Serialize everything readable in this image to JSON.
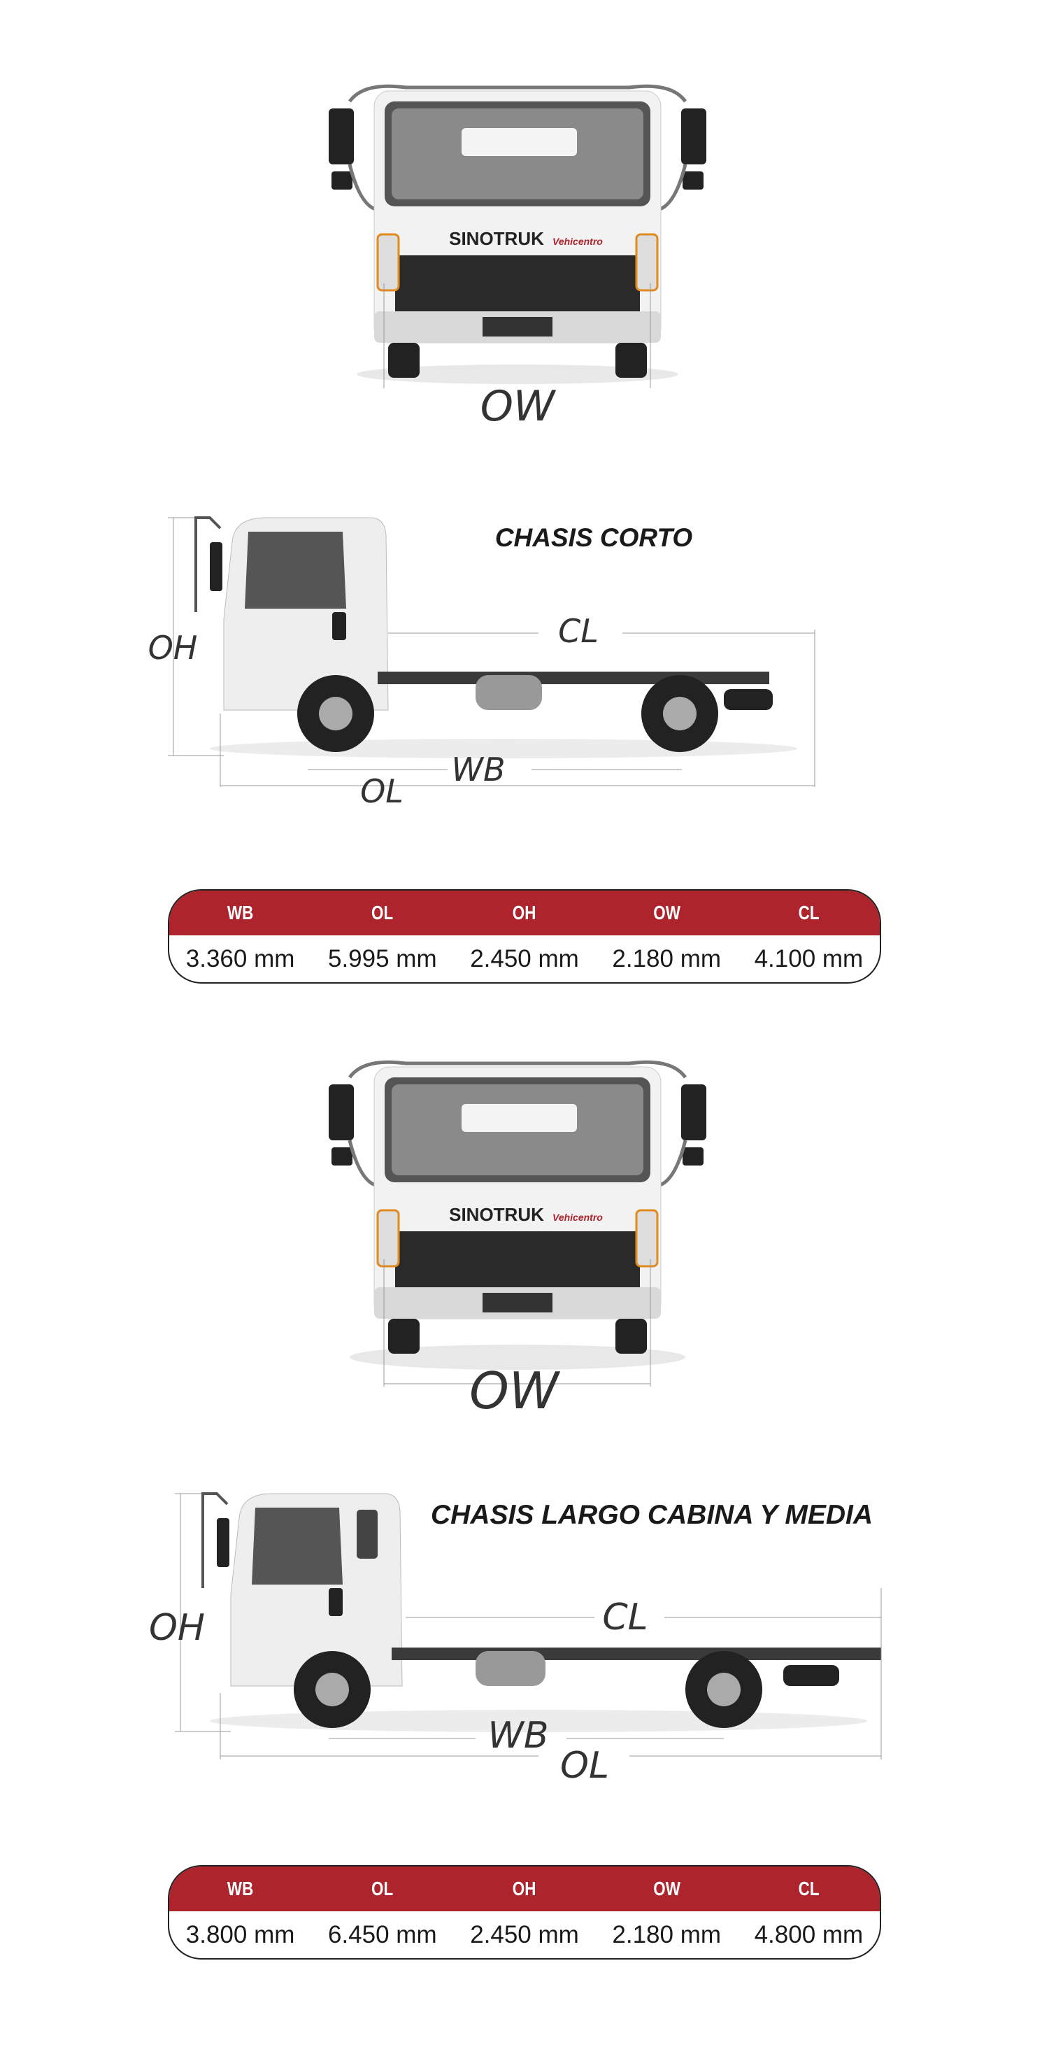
{
  "front_views": [
    {
      "dimension_label": "OW",
      "brand_text": "SINOTRUK",
      "dealer_text": "Vehicentro"
    },
    {
      "dimension_label": "OW",
      "brand_text": "SINOTRUK",
      "dealer_text": "Vehicentro"
    }
  ],
  "short_chassis": {
    "title": "CHASIS CORTO",
    "labels": {
      "oh": "OH",
      "cl": "CL",
      "wb": "WB",
      "ol": "OL"
    },
    "table": {
      "headers": [
        "WB",
        "OL",
        "OH",
        "OW",
        "CL"
      ],
      "values": [
        "3.360 mm",
        "5.995 mm",
        "2.450 mm",
        "2.180 mm",
        "4.100 mm"
      ]
    }
  },
  "long_chassis": {
    "title": "CHASIS LARGO CABINA Y MEDIA",
    "labels": {
      "oh": "OH",
      "cl": "CL",
      "wb": "WB",
      "ol": "OL"
    },
    "table": {
      "headers": [
        "WB",
        "OL",
        "OH",
        "OW",
        "CL"
      ],
      "values": [
        "3.800 mm",
        "6.450 mm",
        "2.450 mm",
        "2.180 mm",
        "4.800 mm"
      ]
    }
  },
  "colors": {
    "accent": "#ad242c"
  }
}
